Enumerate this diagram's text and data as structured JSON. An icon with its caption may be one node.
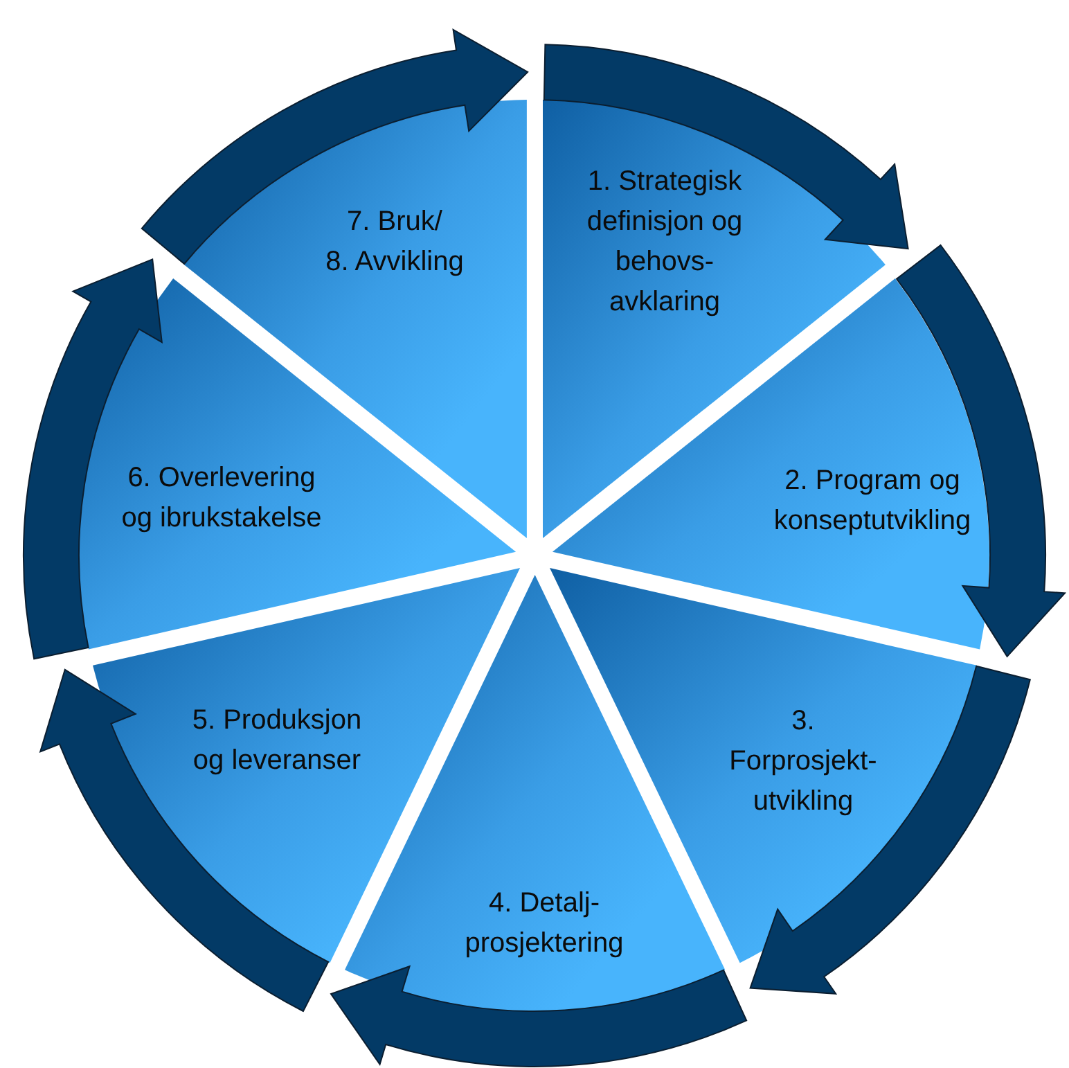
{
  "diagram": {
    "nodes": [
      {
        "text": [
          "1. Strategisk definisjon og behovs-avklaring"
        ]
      },
      {
        "text": [
          "2. Program og konseptutvikling"
        ]
      },
      {
        "text": [
          "3. Forprosjekt-utvikling"
        ]
      },
      {
        "text": [
          "4. Detalj-prosjektering"
        ]
      },
      {
        "text": [
          "5. Produksjon og leveranser"
        ]
      },
      {
        "text": [
          "6. Overlevering og ibrukstakelse"
        ]
      },
      {
        "text": [
          "7. Bruk/",
          "8. Avvikling"
        ]
      }
    ],
    "edges": [
      {
        "from": 0,
        "to": 1,
        "arrow": "to"
      },
      {
        "from": 1,
        "to": 2,
        "arrow": "to"
      },
      {
        "from": 2,
        "to": 3,
        "arrow": "to"
      },
      {
        "from": 3,
        "to": 4,
        "arrow": "to"
      },
      {
        "from": 4,
        "to": 5,
        "arrow": "to"
      },
      {
        "from": 5,
        "to": 6,
        "arrow": "to"
      },
      {
        "from": 6,
        "to": 0,
        "arrow": "to"
      }
    ]
  }
}
